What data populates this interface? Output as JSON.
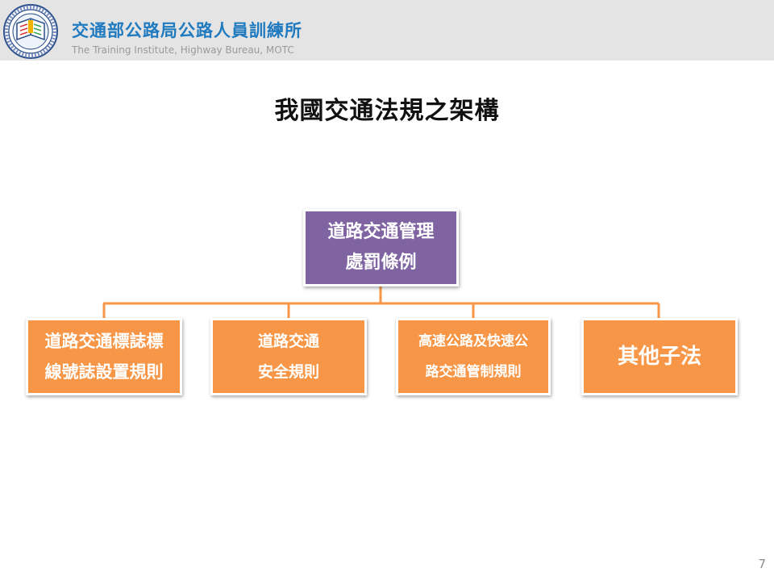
{
  "header": {
    "org_name": "交通部公路局公路人員訓練所",
    "org_sub": "The Training Institute, Highway Bureau,  MOTC"
  },
  "title": "我國交通法規之架構",
  "diagram": {
    "root": {
      "line1": "道路交通管理",
      "line2": "處罰條例"
    },
    "children": [
      {
        "line1": "道路交通標誌標",
        "line2": "線號誌設置規則"
      },
      {
        "line1": "道路交通",
        "line2": "安全規則"
      },
      {
        "line1": "高速公路及快速公",
        "line2": "路交通管制規則"
      },
      {
        "line1": "其他子法"
      }
    ]
  },
  "colors": {
    "root_fill": "#8064a2",
    "child_fill": "#f79646",
    "connector": "#f79646",
    "org_name": "#1f7ac0"
  },
  "page_number": "7"
}
